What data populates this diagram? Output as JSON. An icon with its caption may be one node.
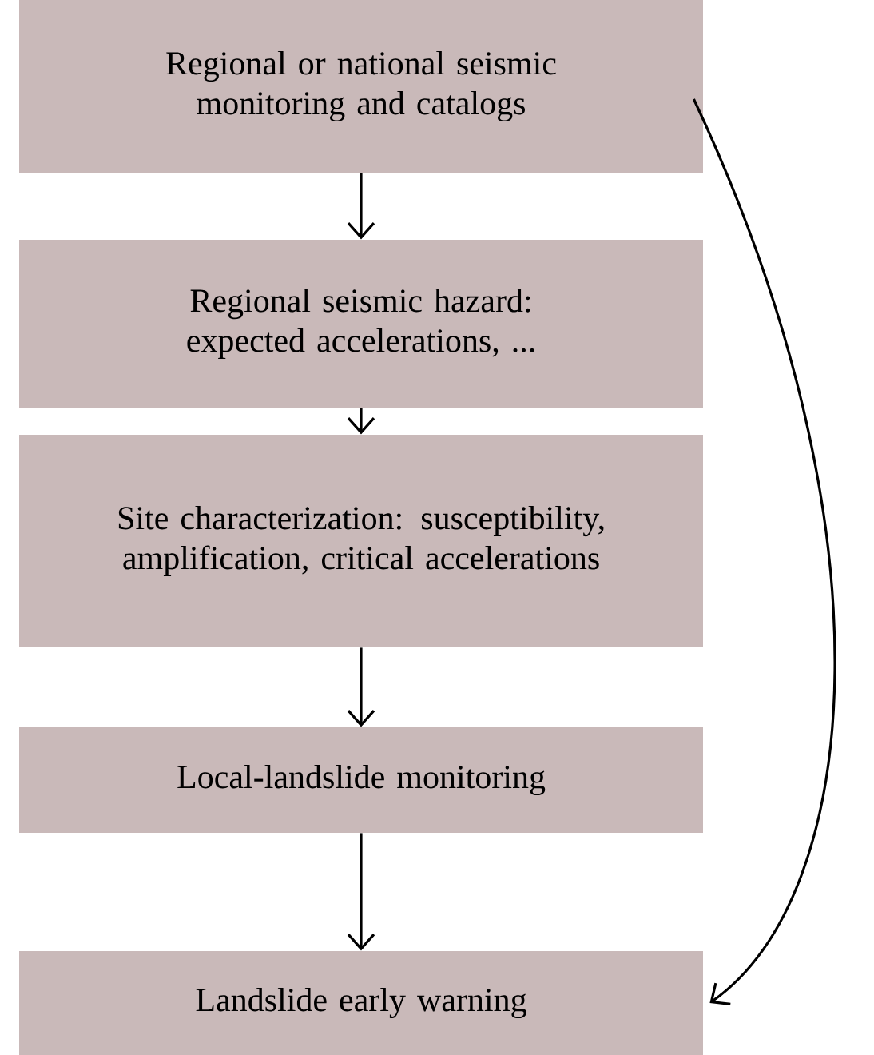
{
  "diagram": {
    "nodes": [
      {
        "text": [
          "Regional or national seismic monitoring and catalogs"
        ]
      },
      {
        "text": [
          "Regional seismic hazard: expected accelerations, ..."
        ]
      },
      {
        "text": [
          "Site characterization: susceptibility, amplification, critical accelerations"
        ]
      },
      {
        "text": [
          "Local-landslide monitoring"
        ]
      },
      {
        "text": [
          "Landslide early warning"
        ]
      }
    ],
    "edges": [
      {
        "from": 0,
        "to": 1,
        "arrow": "to"
      },
      {
        "from": 1,
        "to": 2,
        "arrow": "to"
      },
      {
        "from": 2,
        "to": 3,
        "arrow": "to"
      },
      {
        "from": 3,
        "to": 4,
        "arrow": "to"
      },
      {
        "from": 0,
        "to": 4,
        "arrow": "to"
      }
    ]
  }
}
